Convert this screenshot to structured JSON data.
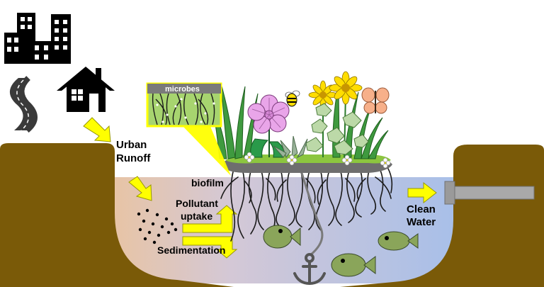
{
  "labels": {
    "runoff_line1": "Urban",
    "runoff_line2": "Runoff",
    "biofilm": "biofilm",
    "pollutant_line1": "Pollutant",
    "pollutant_line2": "uptake",
    "sedimentation": "Sedimentation",
    "clean_line1": "Clean",
    "clean_line2": "Water",
    "microbes": "microbes"
  },
  "colors": {
    "soil": "#7a5a08",
    "water_left": "#e7c7a8",
    "water_right": "#a9c0e8",
    "arrow": "#ffff00",
    "mat": "#6e6e6e",
    "grass": "#2f8a2f",
    "fish": "#8aa55a",
    "pipe": "#a0a0a0"
  },
  "icons": [
    "buildings-icon",
    "road-icon",
    "house-icon",
    "flower-pink-icon",
    "flower-yellow-icon",
    "bee-icon",
    "butterfly-icon",
    "fish-icon",
    "anchor-icon"
  ]
}
